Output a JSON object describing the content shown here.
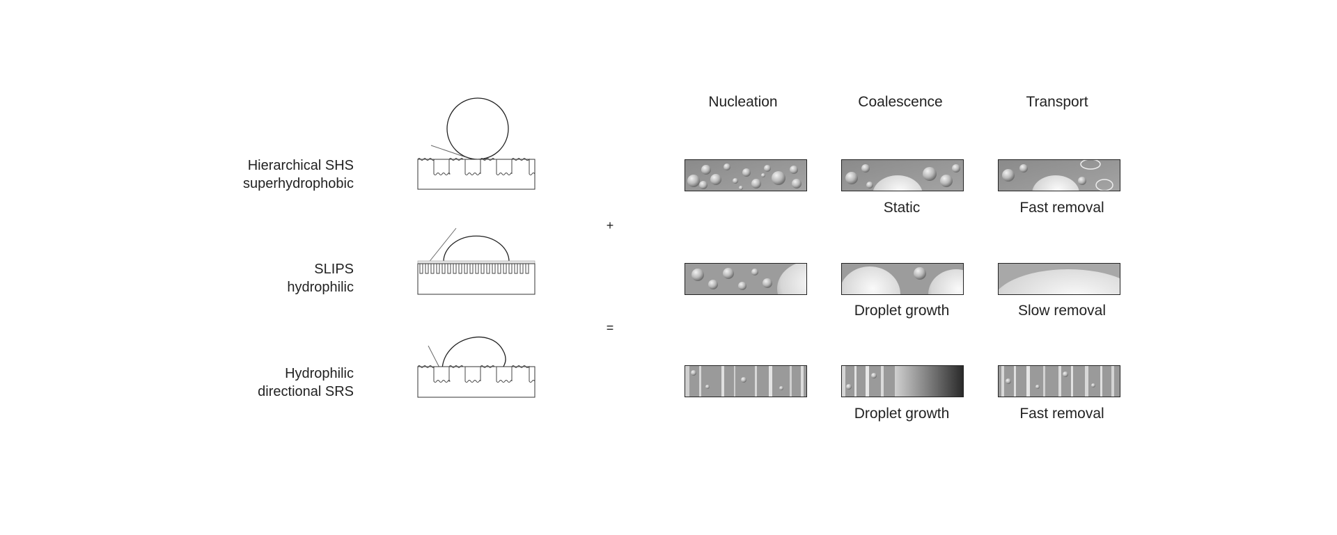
{
  "rows": [
    {
      "line1": "Hierarchical SHS",
      "line2": "superhydrophobic"
    },
    {
      "line1": "SLIPS",
      "line2": "hydrophilic"
    },
    {
      "line1": "Hydrophilic",
      "line2": "directional SRS"
    }
  ],
  "operators": {
    "plus": "+",
    "equals": "="
  },
  "columns": [
    "Nucleation",
    "Coalescence",
    "Transport"
  ],
  "captions": {
    "row1": {
      "coalescence": "Static",
      "transport": "Fast removal"
    },
    "row2": {
      "coalescence": "Droplet growth",
      "transport": "Slow removal"
    },
    "row3": {
      "coalescence": "Droplet growth",
      "transport": "Fast removal"
    }
  }
}
